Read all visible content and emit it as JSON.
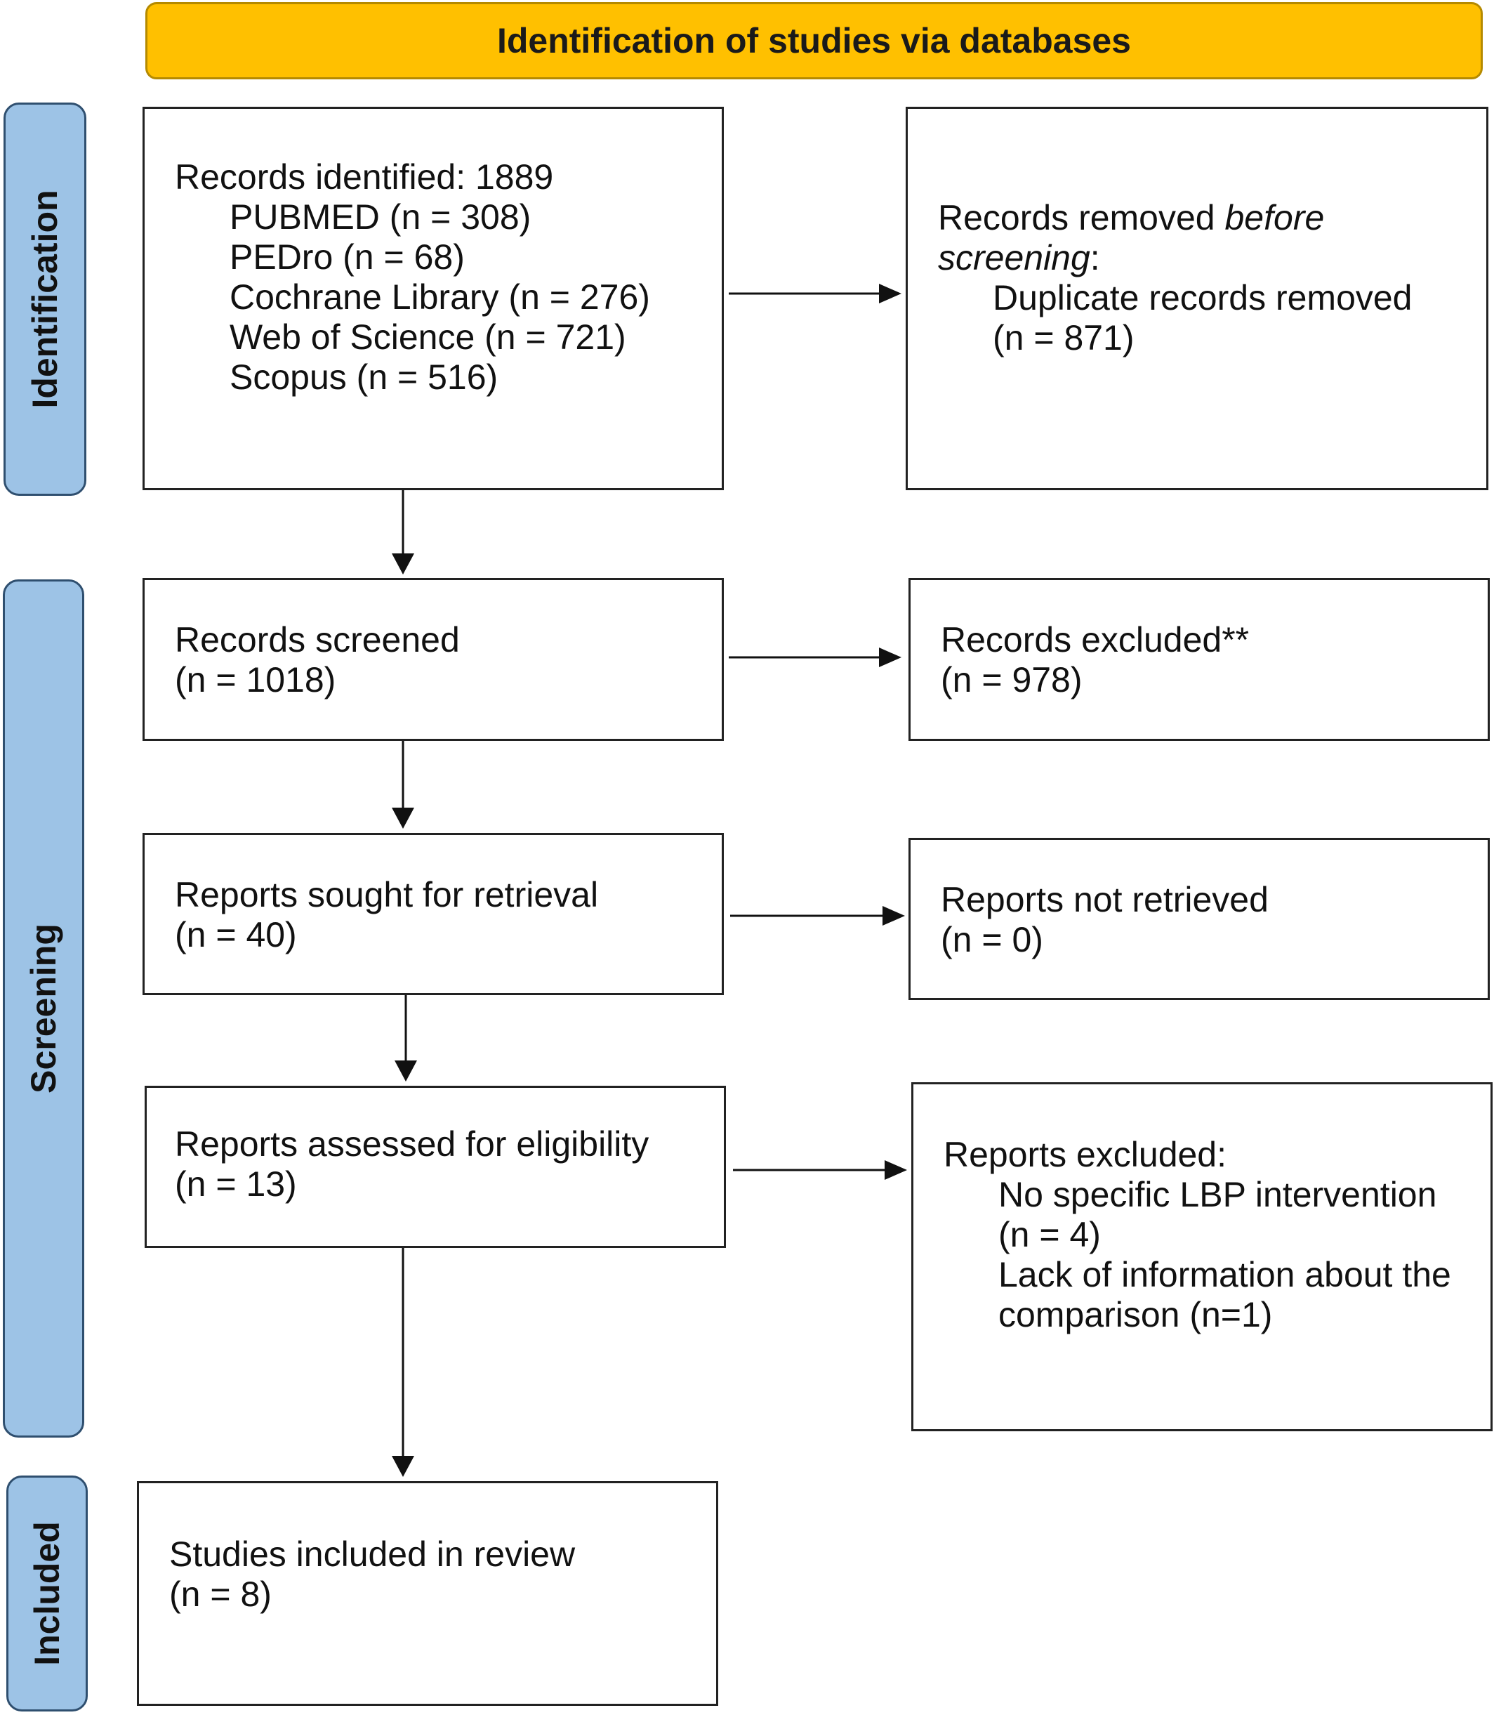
{
  "header": {
    "title": "Identification of studies via databases"
  },
  "stages": {
    "identification": "Identification",
    "screening": "Screening",
    "included": "Included"
  },
  "identified": {
    "title": "Records identified: 1889",
    "sources": [
      "PUBMED (n = 308)",
      "PEDro (n = 68)",
      "Cochrane Library (n = 276)",
      "Web of Science (n = 721)",
      "Scopus (n = 516)"
    ]
  },
  "removed": {
    "title_a": "Records removed ",
    "title_b": "before",
    "title_c": "screening",
    "title_d": ":",
    "line1": "Duplicate records removed",
    "line2": "(n = 871)"
  },
  "screened": {
    "title": "Records screened",
    "count": "(n = 1018)"
  },
  "excluded": {
    "title": "Records excluded**",
    "count": "(n = 978)"
  },
  "sought": {
    "title": "Reports sought for retrieval",
    "count": "(n = 40)"
  },
  "not_retrieved": {
    "title": "Reports not retrieved",
    "count": "(n = 0)"
  },
  "assessed": {
    "title": "Reports assessed for eligibility",
    "count": "(n = 13)"
  },
  "reports_excluded": {
    "title": "Reports excluded:",
    "lines": [
      "No specific LBP intervention",
      "(n = 4)",
      "Lack of information about the",
      "comparison (n=1)"
    ]
  },
  "included_box": {
    "title": "Studies included in review",
    "count": "(n = 8)"
  }
}
